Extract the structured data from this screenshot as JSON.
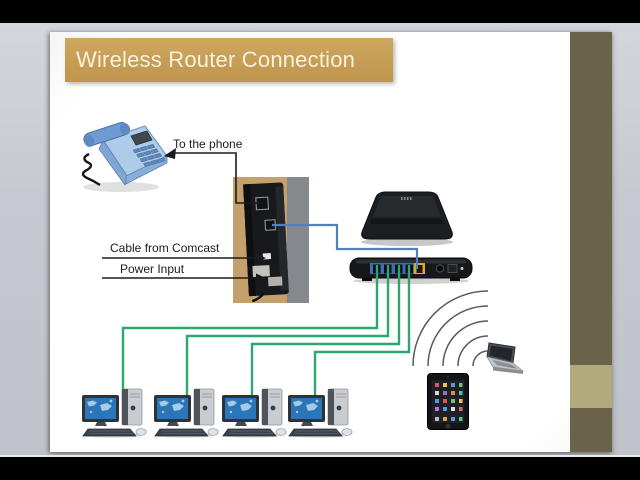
{
  "title": {
    "text": "Wireless Router Connection"
  },
  "labels": {
    "to_the_phone": "To the phone",
    "cable_from_comcast": "Cable from Comcast",
    "power_input": "Power Input"
  },
  "colors": {
    "title_banner_bg": "#c79e55",
    "title_text": "#f7f1de",
    "ethernet_cable_green": "#2ea76f",
    "internet_cable_blue": "#4f81bd",
    "annotation_black": "#1b1b1b",
    "wifi_arc_gray": "#595a5c",
    "sidebar_olive": "#6b6349",
    "sidebar_khaki": "#b2aa7d",
    "backdrop_gray": "#c6cad0",
    "letterbox_black": "#000000",
    "modem_photo_tan": "#c5a06d",
    "modem_photo_gray": "#85888d"
  },
  "devices": {
    "phone": "desk-telephone",
    "modem": "cable-modem",
    "router_top": "wireless-router-top-view",
    "router_back": "wireless-router-rear-ports",
    "computers": [
      "desktop-pc",
      "desktop-pc",
      "desktop-pc",
      "desktop-pc"
    ],
    "laptop": "laptop",
    "tablet": "tablet"
  },
  "wifi": {
    "arc_count": 5
  }
}
